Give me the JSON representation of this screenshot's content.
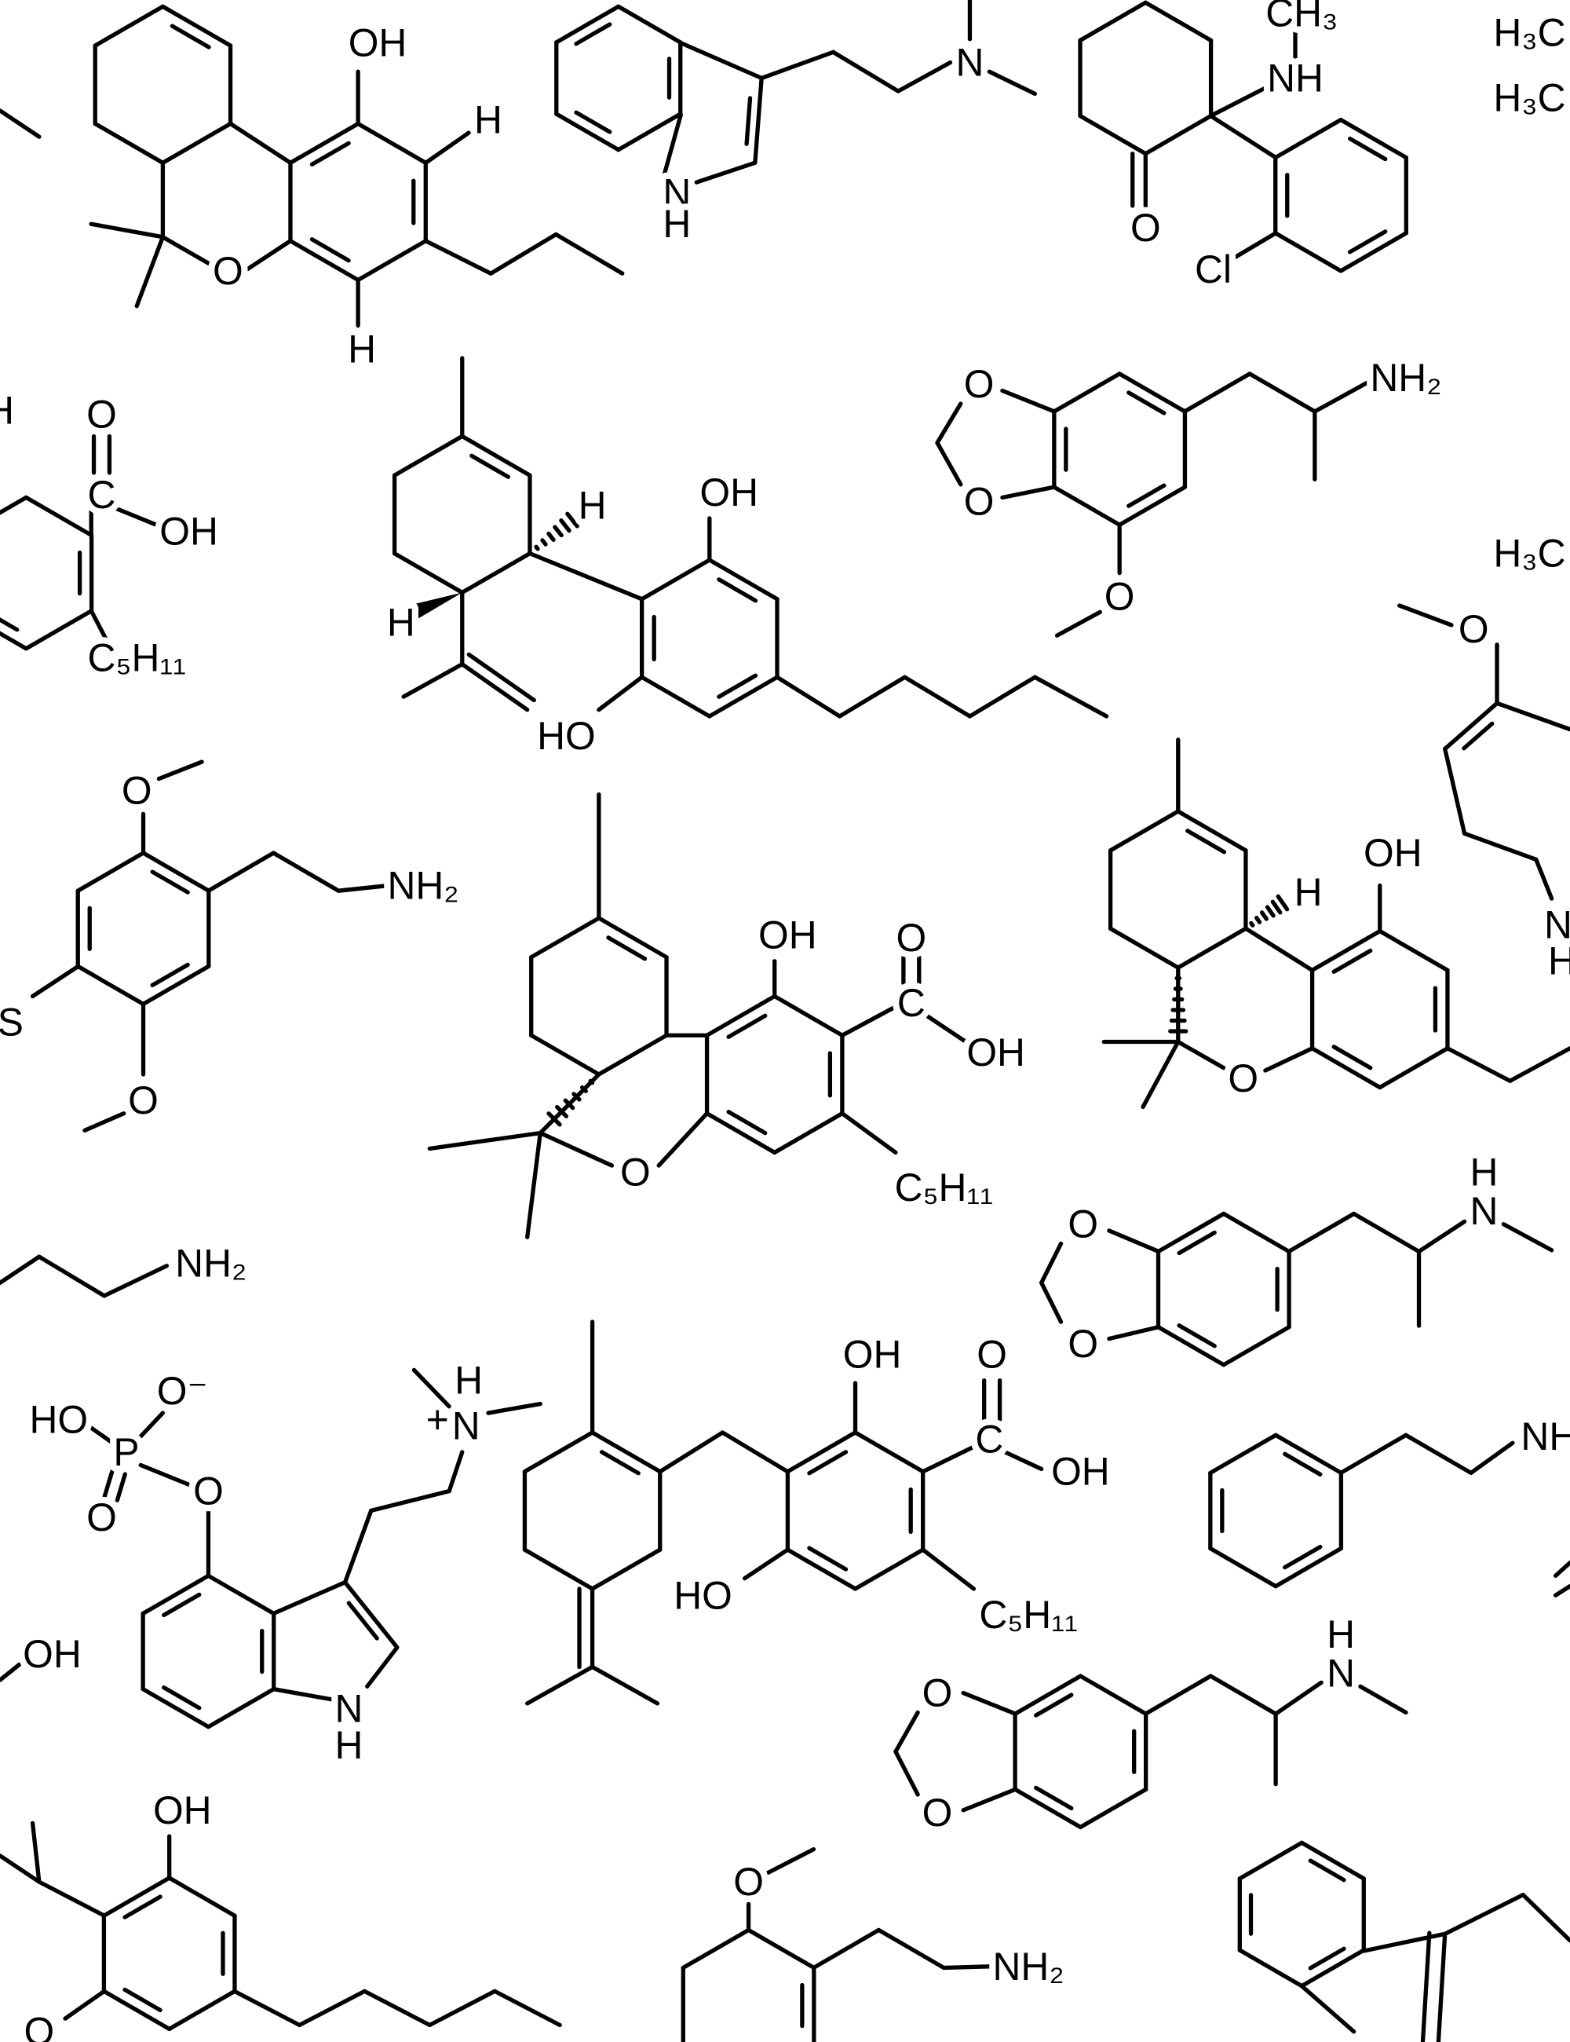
{
  "atom_labels": [
    "OH",
    "H",
    "N",
    "NH₂",
    "O",
    "HO",
    "C",
    "C₅H₁₁",
    "NH",
    "CH₃",
    "Cl",
    "H₃C",
    "S",
    "P",
    "O⁻",
    "+"
  ],
  "colors": {
    "background": "#ffffff",
    "ink": "#000000"
  }
}
